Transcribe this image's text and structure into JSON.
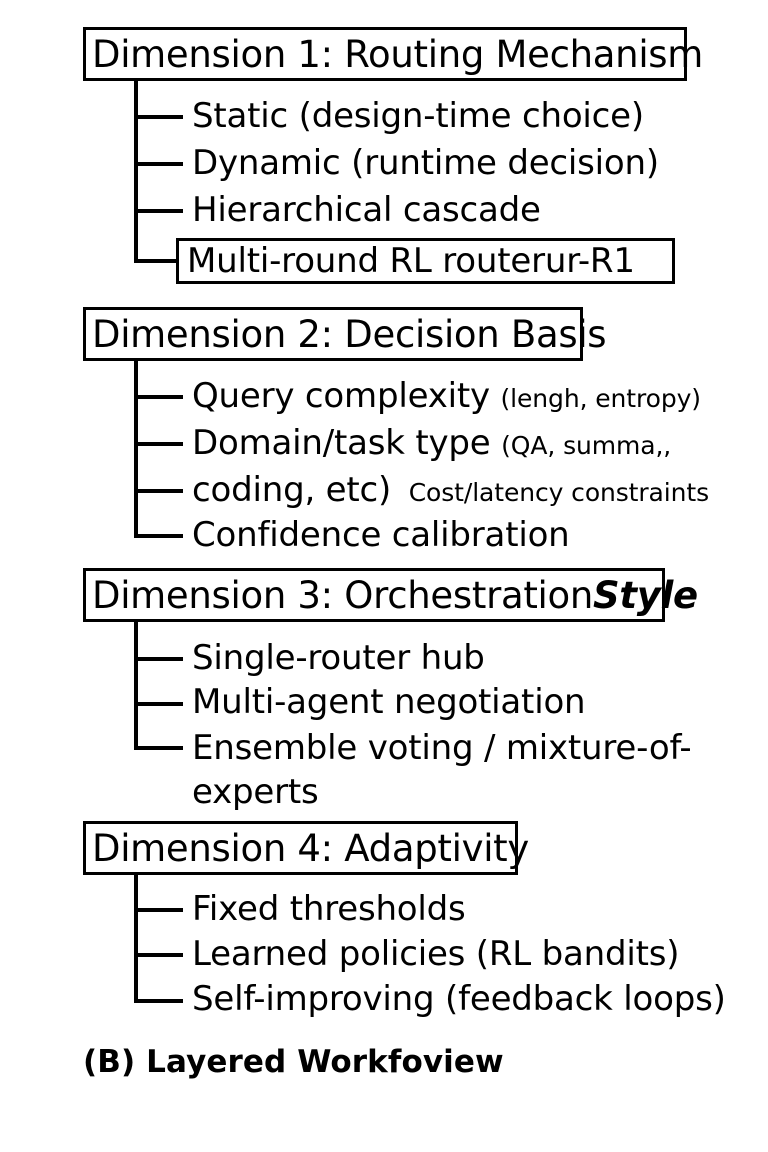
{
  "figure": {
    "caption": "(B) Layered Workfoview",
    "ink_color": "#000000",
    "background_color": "#ffffff"
  },
  "sections": [
    {
      "header": "Dimension 1: Routing Mechanism",
      "items": [
        {
          "text": "Static (design-time choice)",
          "boxed": false
        },
        {
          "text": "Dynamic (runtime decision)",
          "boxed": false
        },
        {
          "text": "Hierarchical cascade",
          "boxed": false
        },
        {
          "text": "Multi-round RL routerur-R1",
          "boxed": true
        }
      ]
    },
    {
      "header": "Dimension 2: Decision Basis",
      "items": [
        {
          "text": "Query complexity",
          "note": "(lengh, entropy)",
          "boxed": false
        },
        {
          "text": "Domain/task type",
          "note": "(QA, summa,,",
          "boxed": false
        },
        {
          "text": "coding, etc)",
          "note": "Cost/latency constraints",
          "boxed": false
        },
        {
          "text": "Confidence calibration",
          "boxed": false
        }
      ]
    },
    {
      "header": "Dimension 3: Orchestration",
      "header_italic": "Style",
      "items": [
        {
          "text": "Single-router hub",
          "boxed": false
        },
        {
          "text": "Multi-agent negotiation",
          "boxed": false
        },
        {
          "text": "Ensemble voting / mixture-of-experts",
          "boxed": false
        }
      ]
    },
    {
      "header": "Dimension 4: Adaptivity",
      "items": [
        {
          "text": "Fixed thresholds",
          "boxed": false
        },
        {
          "text": "Learned policies (RL bandits)",
          "boxed": false
        },
        {
          "text": "Self-improving (feedback loops)",
          "boxed": false
        }
      ]
    }
  ]
}
